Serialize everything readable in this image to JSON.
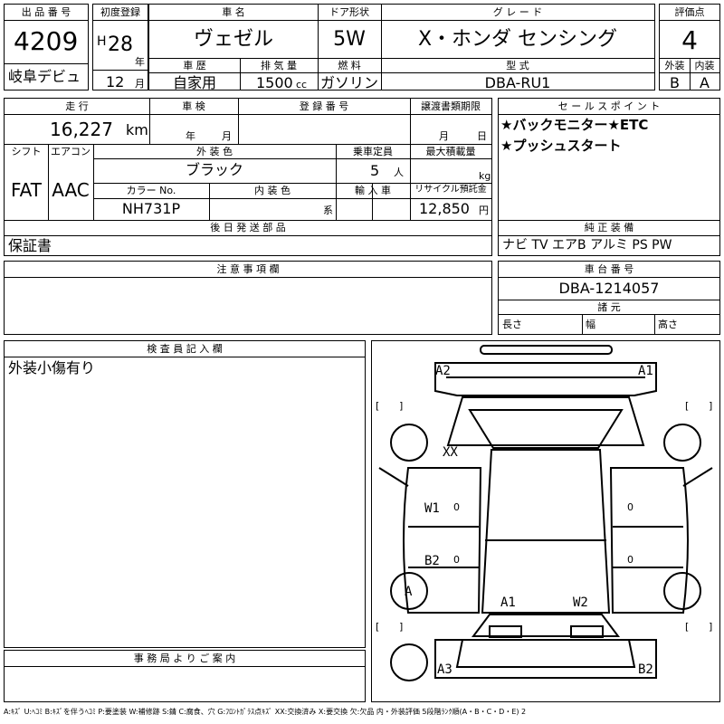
{
  "header_labels": {
    "lot_no": "出 品 番 号",
    "first_reg": "初度登録",
    "car_name": "車 名",
    "door_type": "ドア形状",
    "grade": "グ レ ー ド",
    "score": "評価点",
    "history": "車 歴",
    "displacement": "排 気 量",
    "fuel": "燃 料",
    "model": "型 式",
    "exterior": "外装",
    "interior": "内装"
  },
  "lot": {
    "number": "4209",
    "venue": "岐阜デビュ"
  },
  "first_reg": {
    "era": "H",
    "year": "28",
    "year_unit": "年",
    "month": "12",
    "month_unit": "月"
  },
  "car": {
    "name": "ヴェゼル",
    "door": "5W",
    "grade": "X・ホンダ センシング",
    "score": "4",
    "history": "自家用",
    "displacement": "1500",
    "cc": "cc",
    "fuel": "ガソリン",
    "model": "DBA-RU1",
    "ext_grade": "B",
    "int_grade": "A"
  },
  "row2_labels": {
    "mileage": "走 行",
    "inspection": "車 検",
    "reg_no": "登 録 番 号",
    "transfer": "譲渡書類期限",
    "sales_point": "セ ー ル ス ポ イ ン ト",
    "shift": "シフト",
    "aircon": "エアコン",
    "ext_color": "外 装 色",
    "capacity": "乗車定員",
    "max_load": "最大積載量",
    "color_no": "カラー No.",
    "int_color": "内 装 色",
    "import": "輸 入 車",
    "recycle": "リサイクル預託金",
    "later_items": "後 日 発 送 部 品",
    "genuine": "純 正 装 備",
    "notes": "注 意 事 項 欄",
    "chassis": "車 台 番 号",
    "dims": "諸 元",
    "length": "長さ",
    "width": "幅",
    "height": "高さ",
    "inspector": "検 査 員 記 入 欄",
    "office": "事 務 局 よ り ご 案 内"
  },
  "mileage": {
    "value": "16,227",
    "unit": "km"
  },
  "inspection": {
    "year_unit": "年",
    "month_unit": "月"
  },
  "transfer": {
    "month_unit": "月",
    "day_unit": "日"
  },
  "sales_points": [
    "★バックモニター★ETC",
    "★プッシュスタート"
  ],
  "shift": "FAT",
  "aircon": "AAC",
  "ext_color": "ブラック",
  "capacity": {
    "value": "5",
    "unit": "人"
  },
  "max_load": {
    "unit": "kg"
  },
  "color_no": "NH731P",
  "int_color_suffix": "系",
  "recycle": {
    "value": "12,850",
    "unit": "円"
  },
  "later_items": "保証書",
  "genuine_equipment": "ナビ TV エアB アルミ PS PW",
  "chassis_no": "DBA-1214057",
  "inspector_note": "外装小傷有り",
  "diagram_marks": {
    "front_left": "A2",
    "front_right": "A1",
    "xx": "XX",
    "w1": "W1",
    "b2_mid": "B2",
    "wheel_a": "A",
    "a1_rear": "A1",
    "w2": "W2",
    "rear_left": "A3",
    "rear_right": "B2",
    "zero": "0",
    "bracket_open": "[",
    "bracket_close": "]"
  },
  "legend": "A:ｷｽﾞ U:ﾍｺﾐ B:ｷｽﾞを伴うﾍｺﾐ P:要塗装 W:補修跡 S:錆 C:腐食、穴 G:ﾌﾛﾝﾄｶﾞﾗｽ点ｷｽﾞ XX:交換済み X:要交換 欠:欠品 内・外装評価 5段階ﾗﾝｸ順(A・B・C・D・E) 2"
}
